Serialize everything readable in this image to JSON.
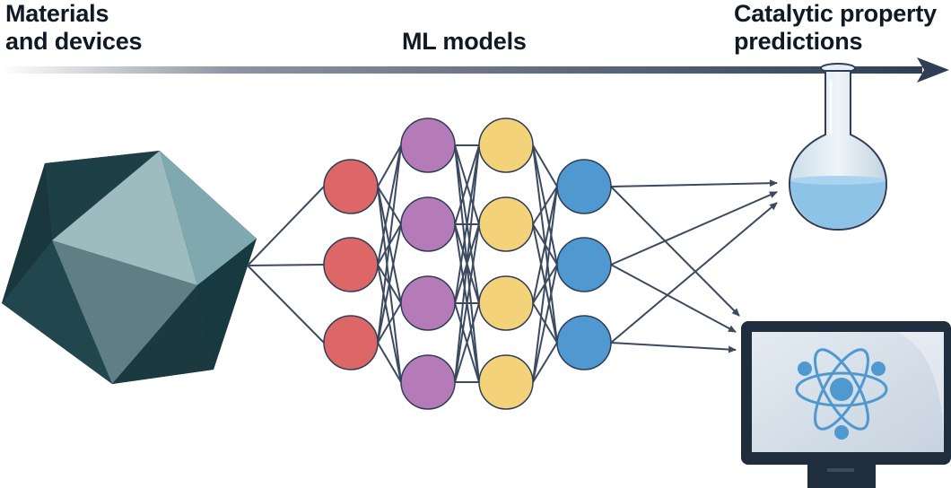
{
  "stages": {
    "materials": "Materials\nand devices",
    "models": "ML models",
    "predictions": "Catalytic property\npredictions"
  },
  "colors": {
    "timeline": "#2f3e55",
    "input_layer": "#dd6666",
    "hidden_layer_1": "#b57bb8",
    "hidden_layer_2": "#f3d27a",
    "output_layer": "#4f98d0",
    "edge": "#3c4a60",
    "crystal_dark": "#1a3c44",
    "crystal_light": "#9bbcc0",
    "flask_liquid": "#8cc3e6",
    "monitor_frame": "#1f2d3d",
    "atom": "#4f98d0"
  },
  "network": {
    "layers": [
      3,
      4,
      4,
      3
    ]
  },
  "icons": [
    "crystal-icon",
    "flask-icon",
    "monitor-icon",
    "atom-icon"
  ]
}
